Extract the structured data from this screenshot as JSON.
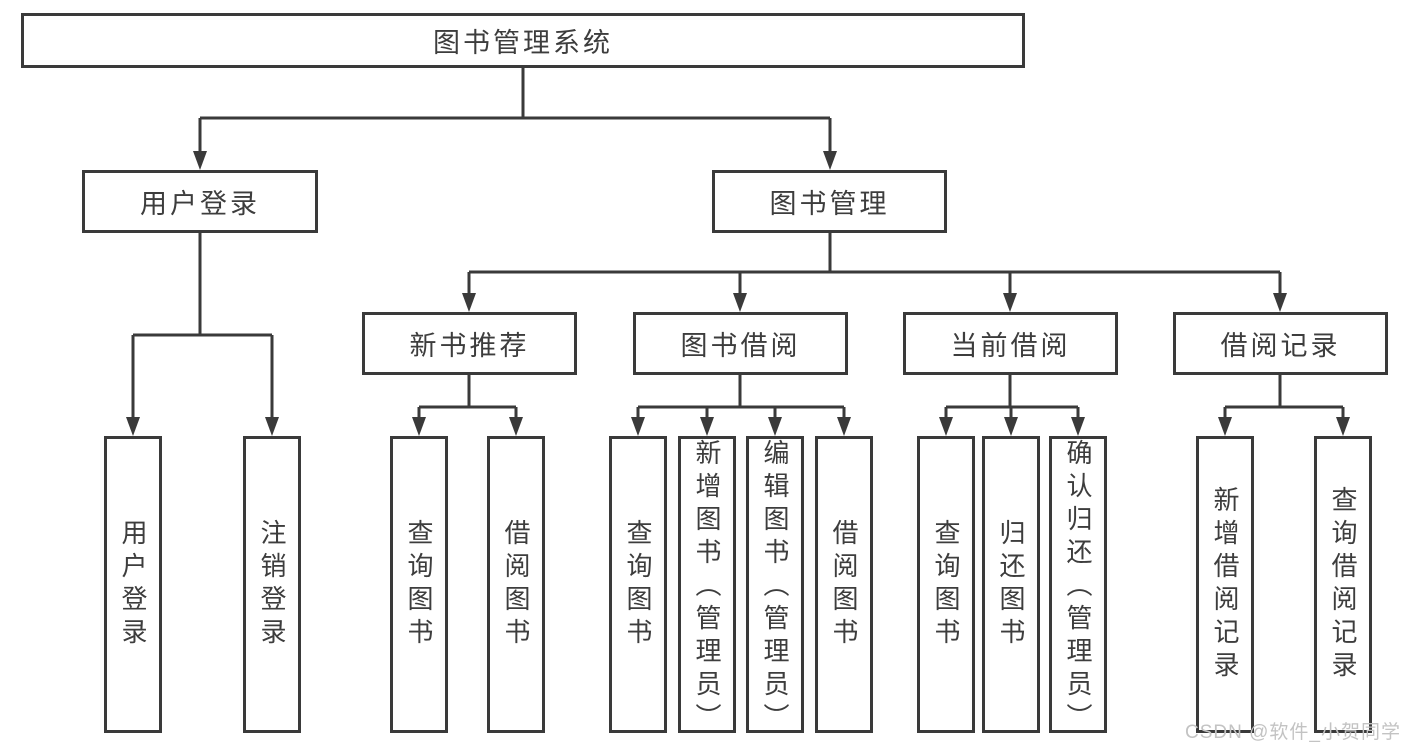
{
  "diagram": {
    "root": {
      "label": "图书管理系统"
    },
    "level2": [
      {
        "label": "用户登录"
      },
      {
        "label": "图书管理"
      }
    ],
    "level3": [
      {
        "label": "新书推荐"
      },
      {
        "label": "图书借阅"
      },
      {
        "label": "当前借阅"
      },
      {
        "label": "借阅记录"
      }
    ],
    "leaves": {
      "user_login": [
        "用户登录",
        "注销登录"
      ],
      "new_book": [
        "查询图书",
        "借阅图书"
      ],
      "book_borrow": [
        "查询图书",
        "新增图书（管理员）",
        "编辑图书（管理员）",
        "借阅图书"
      ],
      "current_borrow": [
        "查询图书",
        "归还图书",
        "确认归还（管理员）"
      ],
      "borrow_records": [
        "新增借阅记录",
        "查询借阅记录"
      ]
    }
  },
  "watermark": {
    "text": "CSDN @软件_小贺同学"
  },
  "colors": {
    "line": "#3a3a3a",
    "text": "#3d3d3d",
    "box_background": "#ffffff",
    "watermark": "#c3c3c3",
    "background": "#ffffff"
  }
}
